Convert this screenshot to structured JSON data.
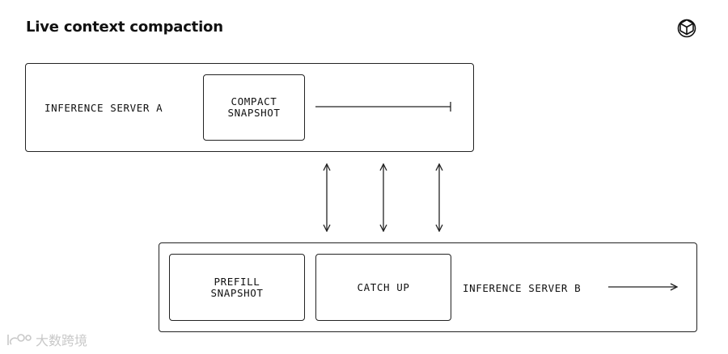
{
  "title": "Live context compaction",
  "logo": {
    "icon": "openai-logo-icon"
  },
  "server_a": {
    "label": "INFERENCE SERVER A",
    "compact_snapshot": "COMPACT\nSNAPSHOT"
  },
  "server_b": {
    "label": "INFERENCE SERVER B",
    "prefill_snapshot": "PREFILL\nSNAPSHOT",
    "catch_up": "CATCH UP"
  },
  "watermark": {
    "text": "大数跨境",
    "icon": "watermark-logo-icon"
  },
  "colors": {
    "stroke": "#222222",
    "text": "#111111",
    "background": "#ffffff",
    "watermark": "#c8c8c8"
  }
}
